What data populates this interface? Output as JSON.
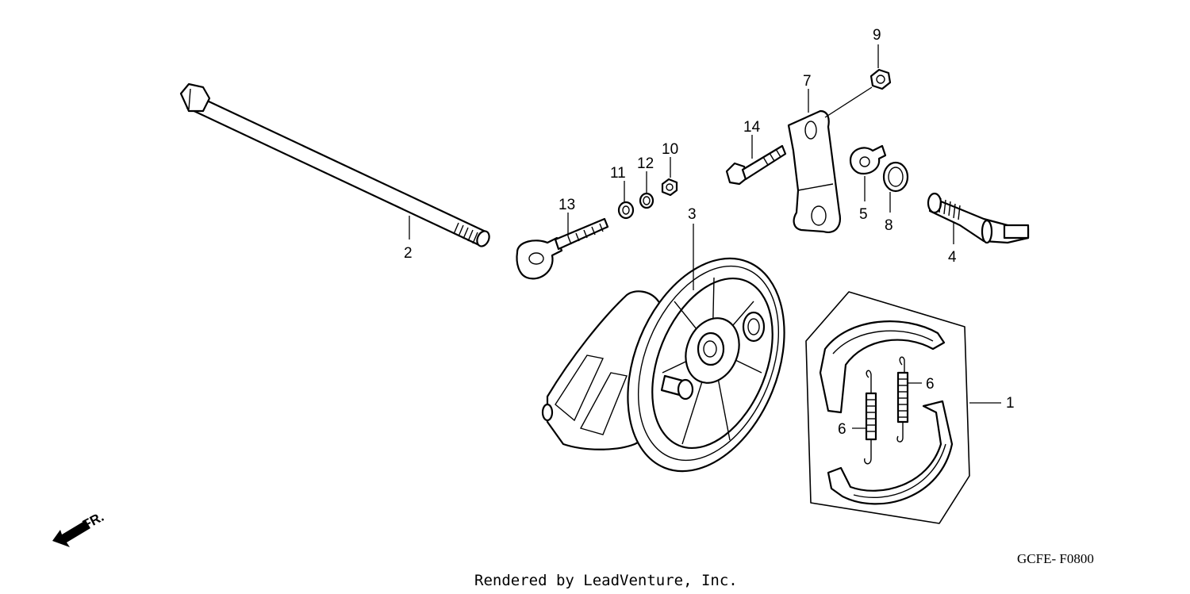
{
  "callouts": {
    "p1": "1",
    "p2": "2",
    "p3": "3",
    "p4": "4",
    "p5": "5",
    "p6a": "6",
    "p6b": "6",
    "p7": "7",
    "p8": "8",
    "p9": "9",
    "p10": "10",
    "p11": "11",
    "p12": "12",
    "p13": "13",
    "p14": "14"
  },
  "front_indicator": "FR.",
  "diagram_code": "GCFE- F0800",
  "credit": "Rendered by LeadVenture, Inc."
}
